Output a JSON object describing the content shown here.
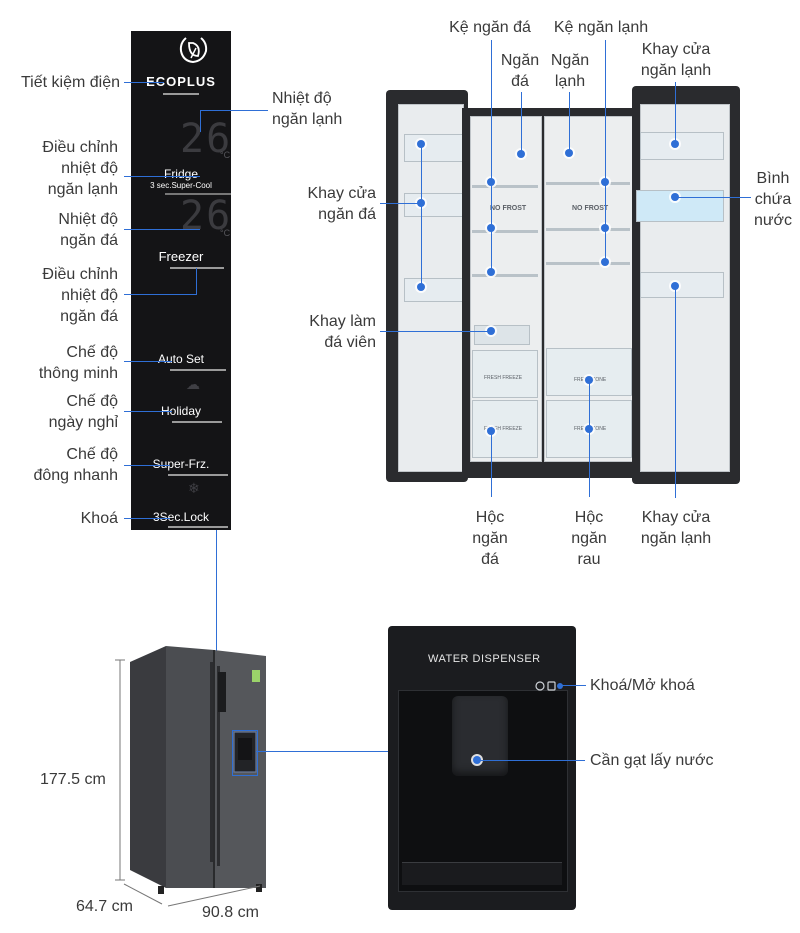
{
  "panel": {
    "logo_icon": "leaf-icon",
    "ecoplus": "ECOPLUS",
    "fridge": "Fridge",
    "super_cool": "3 sec.Super-Cool",
    "freezer": "Freezer",
    "auto_set": "Auto Set",
    "holiday": "Holiday",
    "super_frz": "Super-Frz.",
    "lock": "3Sec.Lock",
    "fridge_digits": "26",
    "freezer_digits": "26",
    "unit": "°C"
  },
  "panel_labels": {
    "tiet_kiem_dien": "Tiết kiệm điện",
    "nhiet_do_ngan_lanh": "Nhiệt độ\nngăn lạnh",
    "dieu_chinh_ngan_lanh": "Điều chỉnh\nnhiệt độ\nngăn lạnh",
    "nhiet_do_ngan_da": "Nhiệt độ\nngăn đá",
    "dieu_chinh_ngan_da": "Điều chỉnh\nnhiệt độ\nngăn đá",
    "che_do_thong_minh": "Chế độ\nthông minh",
    "che_do_ngay_nghi": "Chế độ\nngày nghỉ",
    "che_do_dong_nhanh": "Chế độ\nđông nhanh",
    "khoa": "Khoá"
  },
  "interior_labels": {
    "ke_ngan_da": "Kệ ngăn đá",
    "ke_ngan_lanh": "Kệ ngăn lạnh",
    "ngan_da": "Ngăn\nđá",
    "ngan_lanh": "Ngăn\nlạnh",
    "khay_cua_ngan_lanh_top": "Khay cửa\nngăn lạnh",
    "khay_cua_ngan_da": "Khay cửa\nngăn đá",
    "binh_chua_nuoc": "Bình\nchứa\nnước",
    "khay_lam_da_vien": "Khay làm\nđá viên",
    "hoc_ngan_da": "Hộc\nngăn\nđá",
    "hoc_ngan_rau": "Hộc\nngăn\nrau",
    "khay_cua_ngan_lanh_bottom": "Khay cửa\nngăn lạnh"
  },
  "interior_text": {
    "no_frost_left": "NO FROST",
    "no_frost_right": "NO FROST",
    "fresh_left_1": "FRESH FREEZE",
    "fresh_left_2": "FRESH FREEZE",
    "fresh_right_1": "FRESH ZONE",
    "fresh_right_2": "FRESH ZONE"
  },
  "dimensions": {
    "height": "177.5 cm",
    "depth": "64.7 cm",
    "width": "90.8 cm"
  },
  "dispenser": {
    "title": "WATER  DISPENSER",
    "lock_label": "Khoá/Mở khoá",
    "lever_label": "Cần gạt lấy nước",
    "lock_icon": "lock-icon"
  },
  "colors": {
    "accent": "#2f6fd6",
    "panel_bg": "#141416",
    "fridge_body": "#2a2b2e"
  }
}
